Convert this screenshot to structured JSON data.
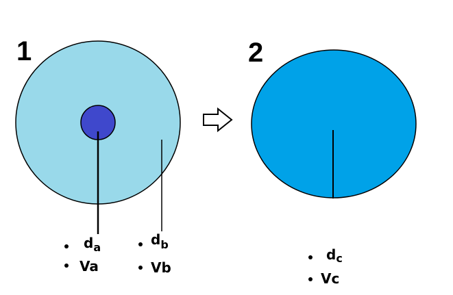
{
  "diagram": {
    "state1": {
      "label": "1",
      "inner_label": "d",
      "inner_sub": "a",
      "inner_volume": "Va",
      "outer_label": "d",
      "outer_sub": "b",
      "outer_volume": "Vb"
    },
    "state2": {
      "label": "2",
      "label_d": "d",
      "sub": "c",
      "volume": "Vc"
    },
    "arrow": "right-arrow-icon",
    "colors": {
      "outer1": "#99d9ea",
      "inner1": "#3f48cc",
      "circle2": "#00a2e8"
    }
  }
}
